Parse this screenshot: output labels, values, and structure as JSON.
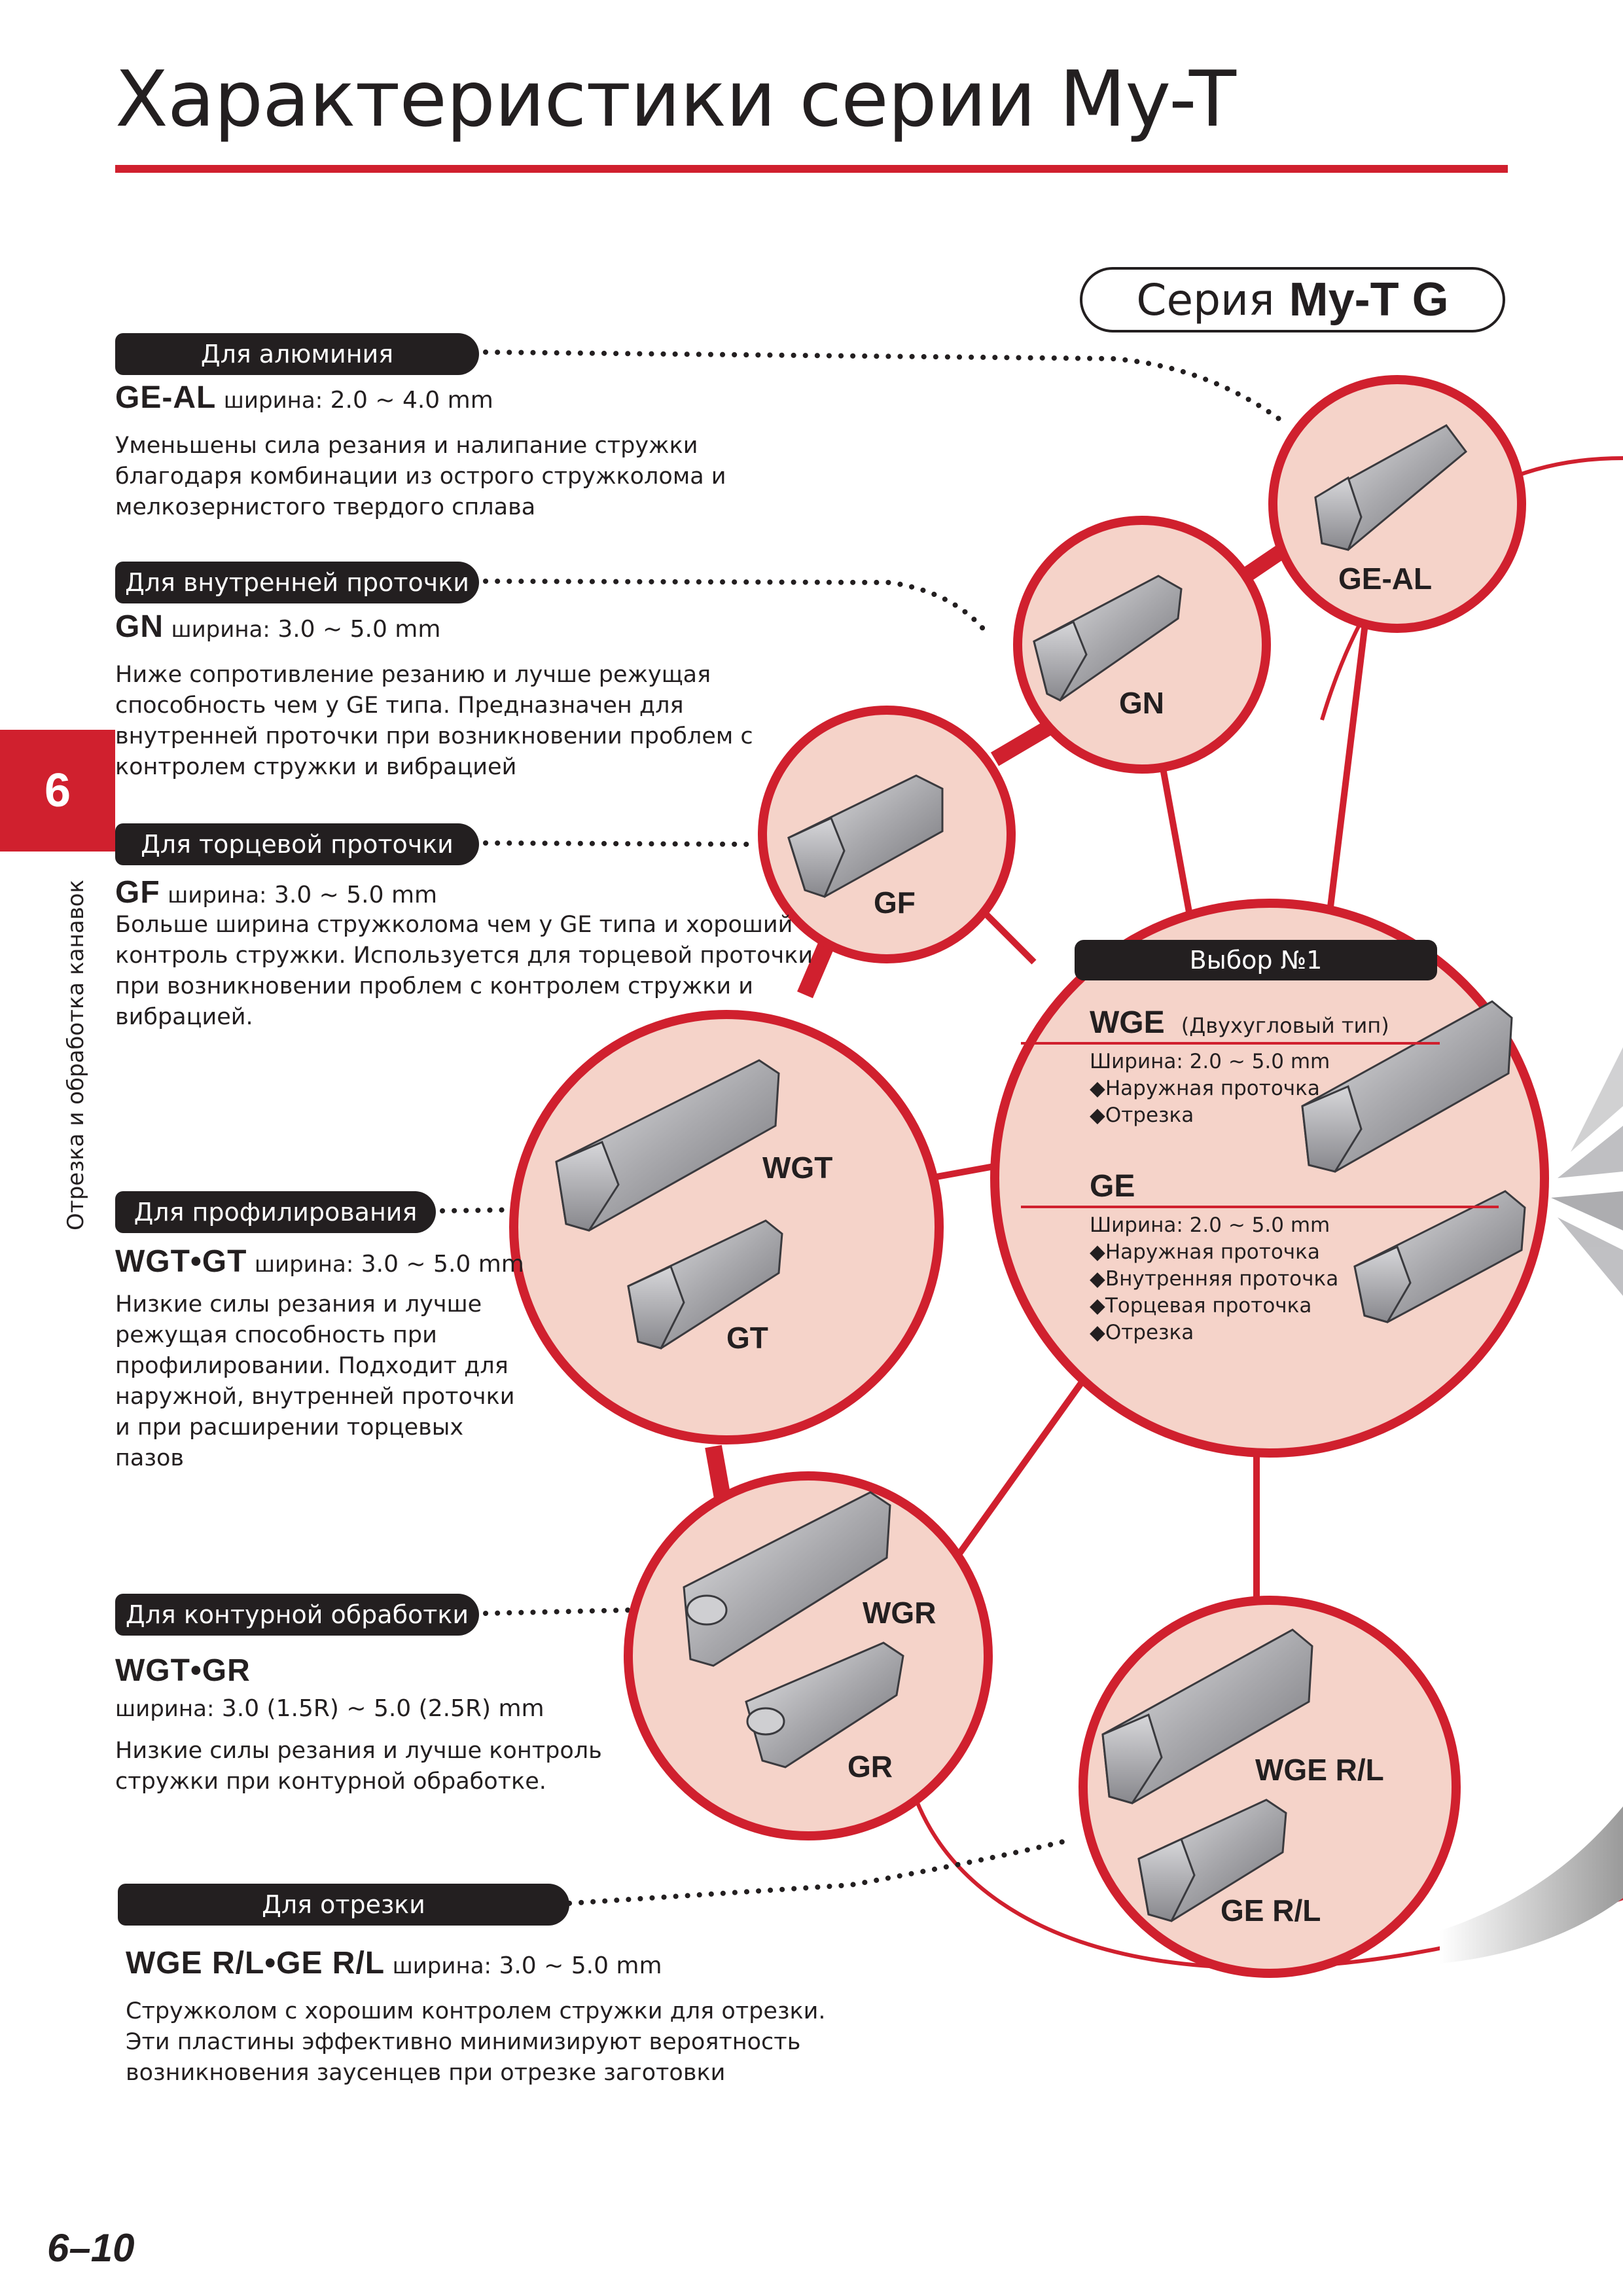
{
  "header": {
    "title": "Характеристики серии My-T"
  },
  "series_badge": {
    "prefix": "Серия",
    "name": "My-T G"
  },
  "side_tab": {
    "chapter": "6",
    "section": "Отрезка и обработка канавок"
  },
  "page_number": "6–10",
  "colors": {
    "accent": "#d0202e",
    "circle_fill": "#f5d3c9",
    "dark": "#231f20"
  },
  "categories": [
    {
      "tag": "Для алюминия",
      "code": "GE-AL",
      "width_label": "ширина:",
      "width_value": "2.0 ~ 4.0 mm",
      "lines": [
        "Уменьшены сила резания и налипание стружки",
        "благодаря комбинации из острого стружколома и",
        "мелкозернистого твердого сплава"
      ]
    },
    {
      "tag": "Для внутренней проточки",
      "code": "GN",
      "width_label": "ширина:",
      "width_value": "3.0 ~ 5.0 mm",
      "lines": [
        "Ниже сопротивление резанию и лучше режущая",
        "способность чем у GE типа. Предназначен для",
        "внутренней проточки при возникновении проблем с",
        "контролем стружки и вибрацией"
      ]
    },
    {
      "tag": "Для торцевой проточки",
      "code": "GF",
      "width_label": "ширина:",
      "width_value": "3.0 ~ 5.0 mm",
      "lines": [
        "Больше ширина стружколома чем у GE типа и хороший",
        "контроль стружки. Используется для торцевой проточки",
        "при возникновении проблем с контролем стружки и",
        "вибрацией."
      ]
    },
    {
      "tag": "Для профилирования",
      "code": "WGT•GT",
      "width_label": "ширина:",
      "width_value": "3.0 ~ 5.0 mm",
      "lines": [
        "Низкие силы резания и лучше",
        "режущая способность при",
        "профилировании. Подходит для",
        "наружной, внутренней проточки",
        "и при расширении торцевых",
        "пазов"
      ]
    },
    {
      "tag": "Для контурной обработки",
      "code": "WGT•GR",
      "width_label": "ширина:",
      "width_value": "3.0 (1.5R) ~ 5.0 (2.5R) mm",
      "lines": [
        "Низкие силы резания и лучше контроль",
        "стружки при контурной обработке."
      ]
    },
    {
      "tag": "Для отрезки",
      "code": "WGE R/L•GE R/L",
      "width_label": "ширина:",
      "width_value": "3.0 ~ 5.0 mm",
      "lines": [
        "Стружколом с хорошим контролем стружки для отрезки.",
        "Эти пластины эффективно минимизируют вероятность",
        "возникновения заусенцев при отрезке заготовки"
      ]
    }
  ],
  "circles": {
    "ge_al": "GE-AL",
    "gn": "GN",
    "gf": "GF",
    "wgt": "WGT",
    "gt": "GT",
    "wgr": "WGR",
    "gr": "GR",
    "wge_rl": "WGE R/L",
    "ge_rl": "GE R/L"
  },
  "choice": {
    "tag": "Выбор №1",
    "wge": {
      "title": "WGE",
      "subtitle": "(Двухугловый тип)",
      "width": "Ширина: 2.0 ~ 5.0 mm",
      "uses": [
        "◆Наружная проточка",
        "◆Отрезка"
      ]
    },
    "ge": {
      "title": "GE",
      "width": "Ширина: 2.0 ~ 5.0 mm",
      "uses": [
        "◆Наружная проточка",
        "◆Внутренняя проточка",
        "◆Торцевая проточка",
        "◆Отрезка"
      ]
    }
  }
}
